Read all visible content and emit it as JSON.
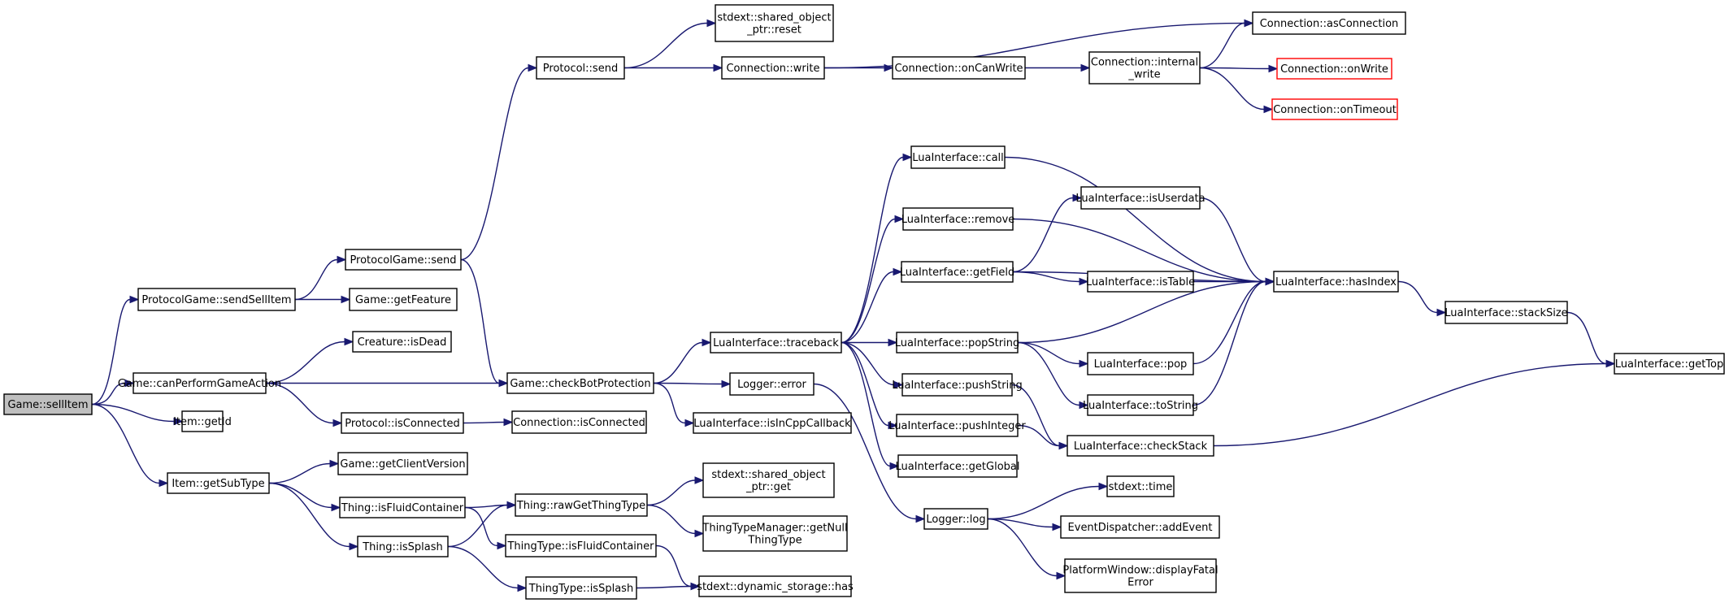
{
  "colors": {
    "edge": "#191970",
    "root_fill": "#bfbfbf",
    "truncated_border": "#ff0000",
    "node_border": "#000000"
  },
  "nodes": [
    {
      "id": "n0",
      "lines": [
        "Game::sellItem"
      ],
      "kind": "root"
    },
    {
      "id": "n1",
      "lines": [
        "ProtocolGame::sendSellItem"
      ]
    },
    {
      "id": "n2",
      "lines": [
        "Game::canPerformGameAction"
      ]
    },
    {
      "id": "n3",
      "lines": [
        "Item::getId"
      ]
    },
    {
      "id": "n4",
      "lines": [
        "Item::getSubType"
      ]
    },
    {
      "id": "n5",
      "lines": [
        "ProtocolGame::send"
      ]
    },
    {
      "id": "n6",
      "lines": [
        "Game::getFeature"
      ]
    },
    {
      "id": "n7",
      "lines": [
        "Creature::isDead"
      ]
    },
    {
      "id": "n8",
      "lines": [
        "Protocol::isConnected"
      ]
    },
    {
      "id": "n9",
      "lines": [
        "Game::getClientVersion"
      ]
    },
    {
      "id": "n10",
      "lines": [
        "Thing::isFluidContainer"
      ]
    },
    {
      "id": "n11",
      "lines": [
        "Thing::isSplash"
      ]
    },
    {
      "id": "n12",
      "lines": [
        "Protocol::send"
      ]
    },
    {
      "id": "n13",
      "lines": [
        "Game::checkBotProtection"
      ]
    },
    {
      "id": "n14",
      "lines": [
        "Connection::isConnected"
      ]
    },
    {
      "id": "n15",
      "lines": [
        "Thing::rawGetThingType"
      ]
    },
    {
      "id": "n16",
      "lines": [
        "ThingType::isFluidContainer"
      ]
    },
    {
      "id": "n17",
      "lines": [
        "ThingType::isSplash"
      ]
    },
    {
      "id": "n18",
      "lines": [
        "stdext::shared_object",
        "_ptr::reset"
      ]
    },
    {
      "id": "n19",
      "lines": [
        "Connection::write"
      ]
    },
    {
      "id": "n20",
      "lines": [
        "LuaInterface::traceback"
      ]
    },
    {
      "id": "n21",
      "lines": [
        "Logger::error"
      ]
    },
    {
      "id": "n22",
      "lines": [
        "LuaInterface::isInCppCallback"
      ]
    },
    {
      "id": "n23",
      "lines": [
        "stdext::shared_object",
        "_ptr::get"
      ]
    },
    {
      "id": "n24",
      "lines": [
        "ThingTypeManager::getNull",
        "ThingType"
      ]
    },
    {
      "id": "n25",
      "lines": [
        "stdext::dynamic_storage::has"
      ]
    },
    {
      "id": "n26",
      "lines": [
        "Connection::onCanWrite"
      ]
    },
    {
      "id": "n27",
      "lines": [
        "LuaInterface::call"
      ]
    },
    {
      "id": "n28",
      "lines": [
        "LuaInterface::remove"
      ]
    },
    {
      "id": "n29",
      "lines": [
        "LuaInterface::getField"
      ]
    },
    {
      "id": "n30",
      "lines": [
        "LuaInterface::popString"
      ]
    },
    {
      "id": "n31",
      "lines": [
        "LuaInterface::pushString"
      ]
    },
    {
      "id": "n32",
      "lines": [
        "LuaInterface::pushInteger"
      ]
    },
    {
      "id": "n33",
      "lines": [
        "LuaInterface::getGlobal"
      ]
    },
    {
      "id": "n34",
      "lines": [
        "Logger::log"
      ]
    },
    {
      "id": "n35",
      "lines": [
        "Connection::internal",
        "_write"
      ]
    },
    {
      "id": "n36",
      "lines": [
        "LuaInterface::isUserdata"
      ]
    },
    {
      "id": "n37",
      "lines": [
        "LuaInterface::isTable"
      ]
    },
    {
      "id": "n38",
      "lines": [
        "LuaInterface::pop"
      ]
    },
    {
      "id": "n39",
      "lines": [
        "LuaInterface::toString"
      ]
    },
    {
      "id": "n40",
      "lines": [
        "LuaInterface::checkStack"
      ]
    },
    {
      "id": "n41",
      "lines": [
        "stdext::time"
      ]
    },
    {
      "id": "n42",
      "lines": [
        "EventDispatcher::addEvent"
      ]
    },
    {
      "id": "n43",
      "lines": [
        "PlatformWindow::displayFatal",
        "Error"
      ]
    },
    {
      "id": "n44",
      "lines": [
        "Connection::asConnection"
      ]
    },
    {
      "id": "n45",
      "lines": [
        "Connection::onWrite"
      ],
      "kind": "truncated"
    },
    {
      "id": "n46",
      "lines": [
        "Connection::onTimeout"
      ],
      "kind": "truncated"
    },
    {
      "id": "n47",
      "lines": [
        "LuaInterface::hasIndex"
      ]
    },
    {
      "id": "n48",
      "lines": [
        "LuaInterface::stackSize"
      ]
    },
    {
      "id": "n49",
      "lines": [
        "LuaInterface::getTop"
      ]
    }
  ]
}
